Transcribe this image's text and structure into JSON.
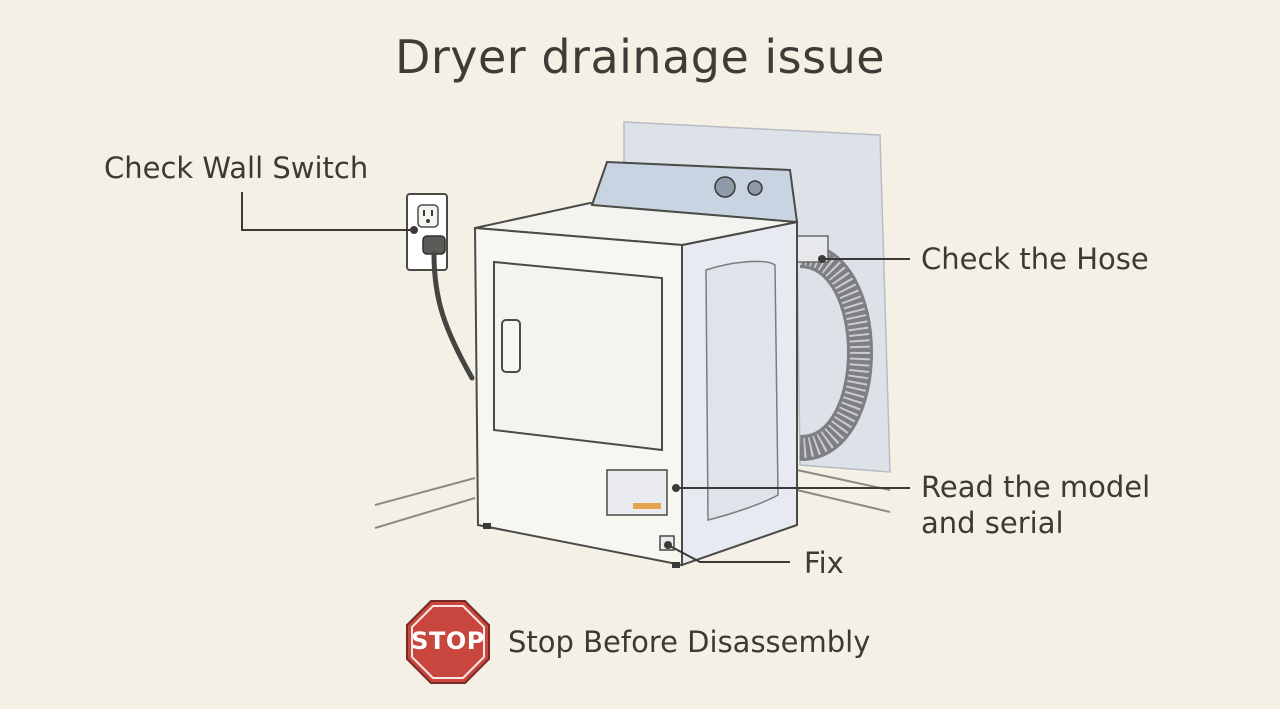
{
  "title": "Dryer drainage issue",
  "callouts": {
    "wall_switch": "Check Wall Switch",
    "hose": "Check the Hose",
    "model_serial": "Read the model\nand serial",
    "fix": "Fix",
    "stop": "Stop Before Disassembly"
  },
  "stop_sign": {
    "text": "STOP",
    "color": "#c9463f"
  },
  "icons": {
    "outlet": "wall-outlet-icon",
    "stop": "stop-sign-icon",
    "dryer": "dryer-illustration",
    "hose": "hose-illustration"
  },
  "colors": {
    "background": "#f4f0e6",
    "wall_panel": "#dde1e8",
    "dryer_body": "#f7f6f1",
    "control_panel": "#c9d4e2",
    "line": "#3b3a37"
  }
}
